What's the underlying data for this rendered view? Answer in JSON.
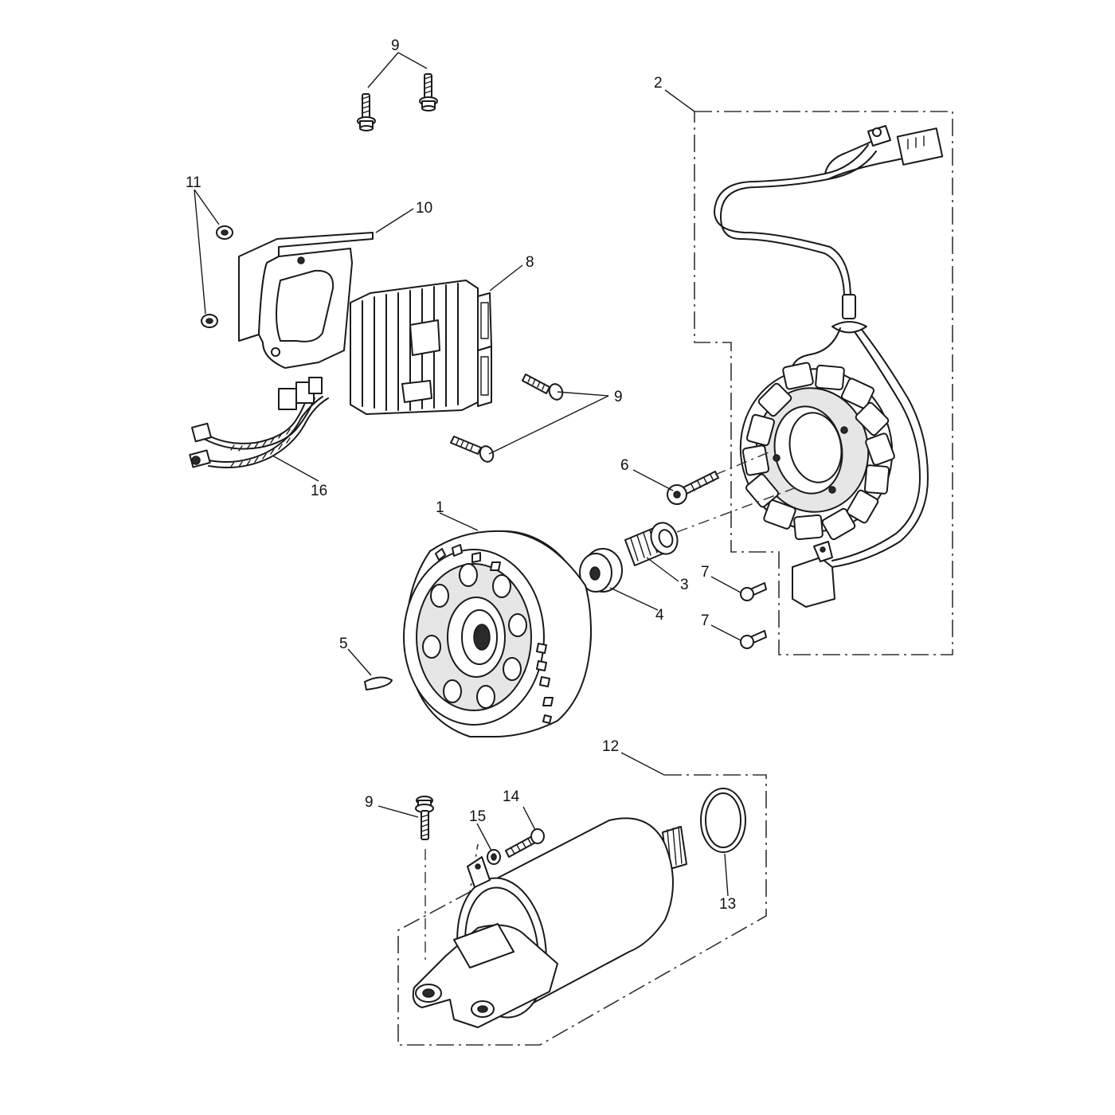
{
  "callouts": {
    "p1": "1",
    "p2": "2",
    "p3": "3",
    "p4": "4",
    "p5": "5",
    "p6": "6",
    "p7a": "7",
    "p7b": "7",
    "p8": "8",
    "p9_top": "9",
    "p9_mid": "9",
    "p9_bottom": "9",
    "p10": "10",
    "p11": "11",
    "p12": "12",
    "p13": "13",
    "p14": "14",
    "p15": "15",
    "p16": "16"
  },
  "colors": {
    "line": "#1a1a1a",
    "background": "#ffffff",
    "shade": "#e6e6e6"
  }
}
